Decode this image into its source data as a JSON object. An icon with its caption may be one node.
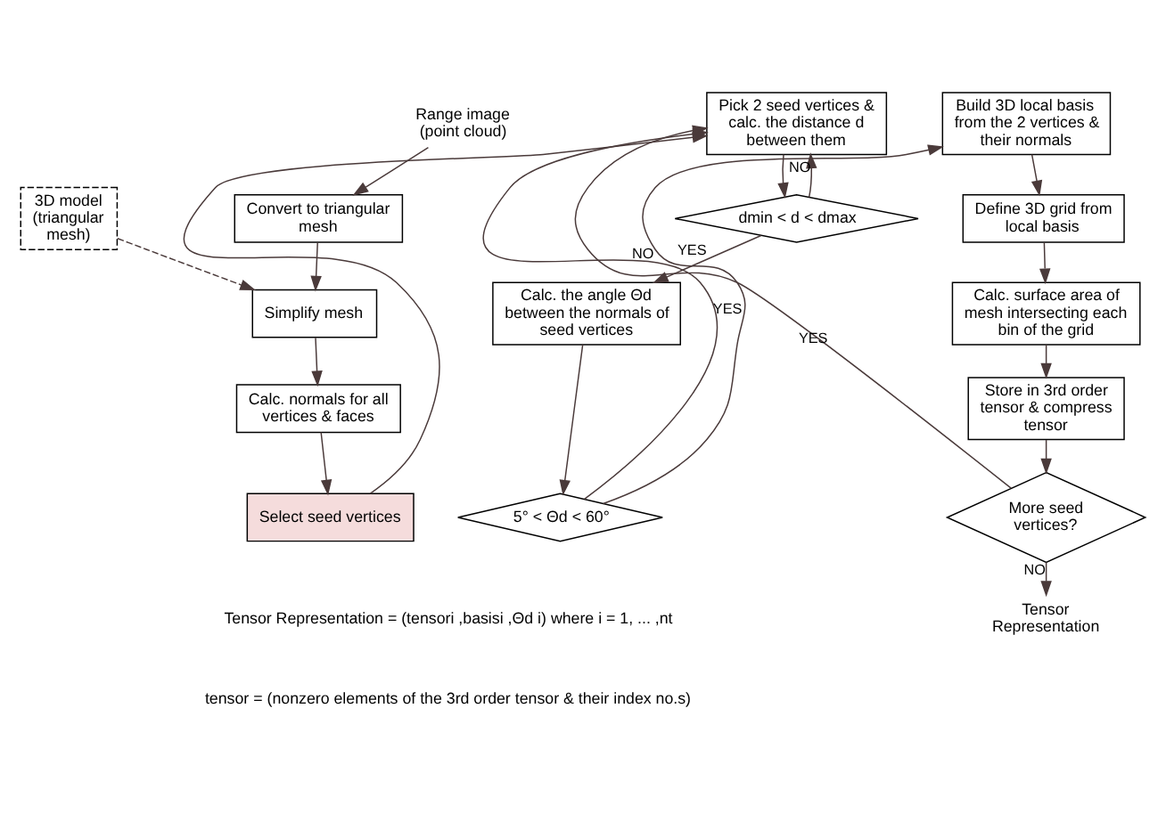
{
  "diagram": {
    "nodes": [
      {
        "text": [
          "Range image (point cloud)"
        ]
      },
      {
        "text": [
          "3D model (triangular mesh)"
        ]
      },
      {
        "text": [
          "Convert to triangular mesh"
        ]
      },
      {
        "text": [
          "Simplify mesh"
        ]
      },
      {
        "text": [
          "Calc. normals for all vertices & faces"
        ]
      },
      {
        "text": [
          "Select seed vertices"
        ]
      },
      {
        "text": [
          "Pick 2 seed vertices & calc. the distance d between them"
        ]
      },
      {
        "text": [
          "dmin < d < dmax"
        ]
      },
      {
        "text": [
          "Calc. the angle Θd between the normals of seed vertices"
        ]
      },
      {
        "text": [
          "5° < Θd < 60°"
        ]
      },
      {
        "text": [
          "Build 3D local basis from the 2 vertices & their normals"
        ]
      },
      {
        "text": [
          "Define 3D grid from local basis"
        ]
      },
      {
        "text": [
          "Calc. surface area of mesh intersecting each bin of the grid"
        ]
      },
      {
        "text": [
          "Store in 3rd order tensor & compress tensor"
        ]
      },
      {
        "text": [
          "More seed vertices?"
        ]
      },
      {
        "text": [
          "Tensor Representation"
        ]
      }
    ],
    "edges": [
      {
        "from": 0,
        "to": 2,
        "arrow": "to"
      },
      {
        "from": 1,
        "to": 3,
        "arrow": "to",
        "style": "dashed"
      },
      {
        "from": 2,
        "to": 3,
        "arrow": "to"
      },
      {
        "from": 3,
        "to": 4,
        "arrow": "to"
      },
      {
        "from": 4,
        "to": 5,
        "arrow": "to"
      },
      {
        "from": 5,
        "to": 6,
        "arrow": "to"
      },
      {
        "from": 6,
        "to": 7,
        "arrow": "to"
      },
      {
        "from": 7,
        "to": 8,
        "arrow": "to",
        "label": "YES"
      },
      {
        "from": 7,
        "to": 6,
        "arrow": "to",
        "label": "NO"
      },
      {
        "from": 8,
        "to": 9,
        "arrow": "to"
      },
      {
        "from": 9,
        "to": 6,
        "arrow": "to",
        "label": "NO"
      },
      {
        "from": 9,
        "to": 10,
        "arrow": "to",
        "label": "YES"
      },
      {
        "from": 10,
        "to": 11,
        "arrow": "to"
      },
      {
        "from": 11,
        "to": 12,
        "arrow": "to"
      },
      {
        "from": 12,
        "to": 13,
        "arrow": "to"
      },
      {
        "from": 13,
        "to": 14,
        "arrow": "to"
      },
      {
        "from": 14,
        "to": 6,
        "arrow": "to",
        "label": "YES"
      },
      {
        "from": 14,
        "to": 15,
        "arrow": "to",
        "label": "NO"
      }
    ],
    "labels": [
      "Tensor Representation = (tensori ,basisi ,Θd i) where i = 1, ... ,nt",
      "tensor = (nonzero elements of the 3rd order tensor & their index no.s)"
    ]
  }
}
